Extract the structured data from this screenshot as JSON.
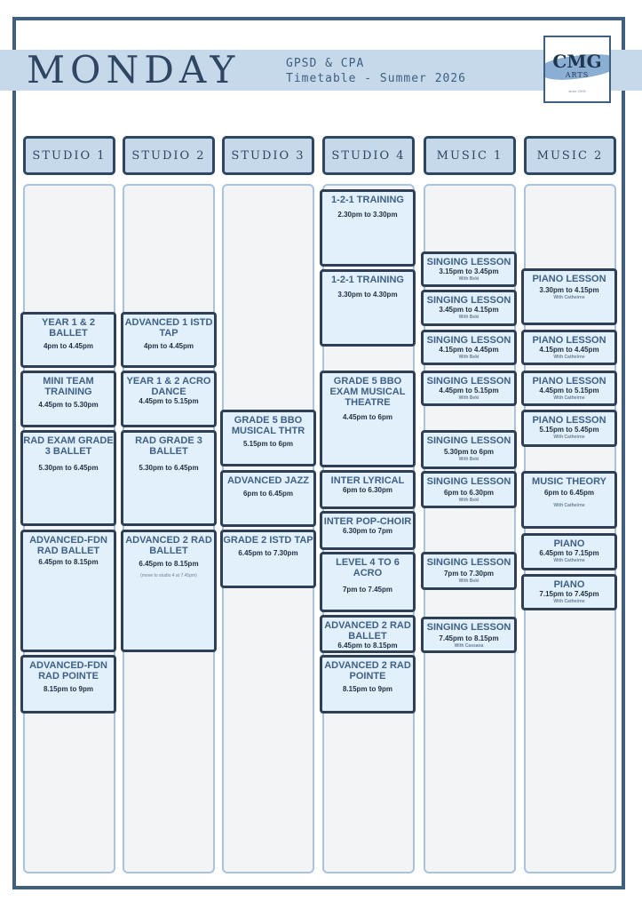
{
  "header": {
    "day": "MONDAY",
    "subtitle_1": "GPSD & CPA",
    "subtitle_2": "Timetable - Summer 2026"
  },
  "logo": {
    "main": "CMG",
    "sub": "ARTS",
    "small": "since 2009"
  },
  "columns": [
    "STUDIO 1",
    "STUDIO 2",
    "STUDIO 3",
    "STUDIO 4",
    "MUSIC 1",
    "MUSIC 2"
  ],
  "classes": {
    "s1": [
      {
        "name": "YEAR 1 & 2 BALLET",
        "time": "4pm to 4.45pm"
      },
      {
        "name": "MINI TEAM TRAINING",
        "time": "4.45pm to 5.30pm"
      },
      {
        "name": "RAD EXAM GRADE 3 BALLET",
        "time": "5.30pm to 6.45pm"
      },
      {
        "name": "ADVANCED-FDN RAD BALLET",
        "time": "6.45pm to 8.15pm"
      },
      {
        "name": "ADVANCED-FDN RAD POINTE",
        "time": "8.15pm to 9pm"
      }
    ],
    "s2": [
      {
        "name": "ADVANCED 1 ISTD TAP",
        "time": "4pm to 4.45pm"
      },
      {
        "name": "YEAR 1 & 2 ACRO DANCE",
        "time": "4.45pm to 5.15pm"
      },
      {
        "name": "RAD GRADE 3 BALLET",
        "time": "5.30pm to 6.45pm"
      },
      {
        "name": "ADVANCED 2 RAD BALLET",
        "time": "6.45pm to 8.15pm",
        "note": "(move to studio 4 at 7.45pm)"
      }
    ],
    "s3": [
      {
        "name": "GRADE 5 BBO MUSICAL THTR",
        "time": "5.15pm to 6pm"
      },
      {
        "name": "ADVANCED JAZZ",
        "time": "6pm to 6.45pm"
      },
      {
        "name": "GRADE 2 ISTD TAP",
        "time": "6.45pm to 7.30pm"
      }
    ],
    "s4": [
      {
        "name": "1-2-1 TRAINING",
        "time": "2.30pm to 3.30pm"
      },
      {
        "name": "1-2-1 TRAINING",
        "time": "3.30pm to 4.30pm"
      },
      {
        "name": "GRADE 5 BBO EXAM MUSICAL THEATRE",
        "time": "4.45pm to 6pm"
      },
      {
        "name": "INTER LYRICAL",
        "time": "6pm to 6.30pm"
      },
      {
        "name": "INTER POP-CHOIR",
        "time": "6.30pm to 7pm"
      },
      {
        "name": "LEVEL 4 TO 6 ACRO",
        "time": "7pm to 7.45pm"
      },
      {
        "name": "ADVANCED 2 RAD BALLET",
        "time": "6.45pm to 8.15pm"
      },
      {
        "name": "ADVANCED 2 RAD POINTE",
        "time": "8.15pm to 9pm"
      }
    ],
    "m1": [
      {
        "name": "SINGING LESSON",
        "time": "3.15pm to 3.45pm",
        "with": "With Beki"
      },
      {
        "name": "SINGING LESSON",
        "time": "3.45pm to 4.15pm",
        "with": "With Beki"
      },
      {
        "name": "SINGING LESSON",
        "time": "4.15pm to 4.45pm",
        "with": "With Beki"
      },
      {
        "name": "SINGING LESSON",
        "time": "4.45pm to 5.15pm",
        "with": "With Beki"
      },
      {
        "name": "SINGING LESSON",
        "time": "5.30pm to 6pm",
        "with": "With Beki"
      },
      {
        "name": "SINGING LESSON",
        "time": "6pm to 6.30pm",
        "with": "With Beki"
      },
      {
        "name": "SINGING LESSON",
        "time": "7pm to 7.30pm",
        "with": "With Beki"
      },
      {
        "name": "SINGING LESSON",
        "time": "7.45pm to 8.15pm",
        "with": "With Cassana"
      }
    ],
    "m2": [
      {
        "name": "PIANO LESSON",
        "time": "3.30pm to 4.15pm",
        "with": "With Catheirne"
      },
      {
        "name": "PIANO LESSON",
        "time": "4.15pm to 4.45pm",
        "with": "With Catheirne"
      },
      {
        "name": "PIANO LESSON",
        "time": "4.45pm to 5.15pm",
        "with": "With Catheirne"
      },
      {
        "name": "PIANO LESSON",
        "time": "5.15pm to 5.45pm",
        "with": "With Catheirne"
      },
      {
        "name": "MUSIC THEORY",
        "time": "6pm to 6.45pm",
        "with": "With Catheirne"
      },
      {
        "name": "PIANO",
        "time": "6.45pm to 7.15pm",
        "with": "With Catheirne"
      },
      {
        "name": "PIANO",
        "time": "7.15pm to 7.45pm",
        "with": "With Catheirne"
      }
    ]
  }
}
